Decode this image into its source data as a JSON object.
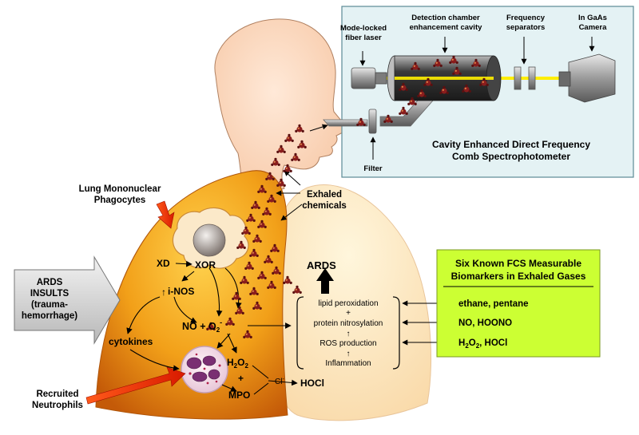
{
  "spectrometer": {
    "laser": "Mode-locked fiber laser",
    "laser_line1": "Mode-locked",
    "laser_line2": "fiber laser",
    "chamber_line1": "Detection chamber",
    "chamber_line2": "enhancement cavity",
    "separators_line1": "Frequency",
    "separators_line2": "separators",
    "camera_line1": "In GaAs",
    "camera_line2": "Camera",
    "filter": "Filter",
    "title_line1": "Cavity Enhanced Direct Frequency",
    "title_line2": "Comb Spectrophotometer",
    "colors": {
      "panel_bg": "#e4f2f4",
      "laser_beam": "#ffee00"
    }
  },
  "exhaled": {
    "line1": "Exhaled",
    "line2": "chemicals"
  },
  "phagocytes": {
    "line1": "Lung Mononuclear",
    "line2": "Phagocytes"
  },
  "insults": {
    "line1": "ARDS",
    "line2": "INSULTS",
    "line3": "(trauma-",
    "line4": "hemorrhage)"
  },
  "neutrophils": {
    "line1": "Recruited",
    "line2": "Neutrophils"
  },
  "pathway": {
    "xd": "XD",
    "xor": "XOR",
    "inos": "i-NOS",
    "inos_arrow": "↑",
    "no_o2": "NO + O",
    "o2_sub": "2",
    "o2_sup": "-",
    "cytokines": "cytokines",
    "h2o2_h": "H",
    "h2o2_2a": "2",
    "h2o2_o": "O",
    "h2o2_2b": "2",
    "plus": "+",
    "mpo": "MPO",
    "cl": "Cl",
    "cl_sup": "-",
    "hocl": "HOCl"
  },
  "ards": "ARDS",
  "mechanisms": {
    "lipid": "lipid peroxidation",
    "plus": "+",
    "protein": "protein nitrosylation",
    "up1": "↑",
    "ros": "ROS production",
    "up2": "↑",
    "inflammation": "Inflammation"
  },
  "biomarkers": {
    "title_line1": "Six Known FCS Measurable",
    "title_line2": "Biomarkers in Exhaled Gases",
    "item1": "ethane, pentane",
    "item2": "NO, HOONO",
    "item3_h": "H",
    "item3_2a": "2",
    "item3_o": "O",
    "item3_2b": "2",
    "item3_rest": ", HOCl",
    "colors": {
      "box_bg": "#ccff33"
    }
  }
}
